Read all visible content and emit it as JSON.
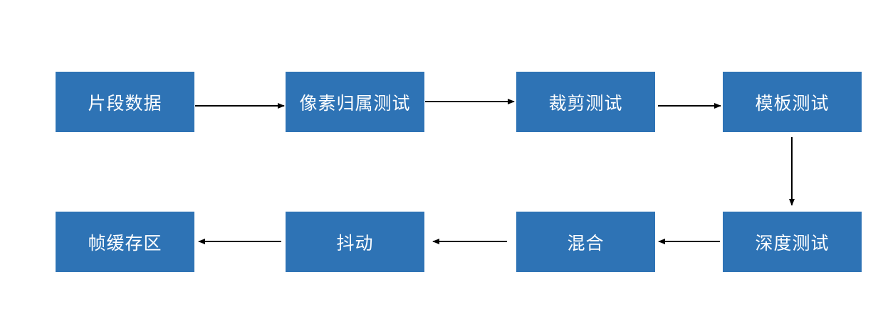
{
  "diagram": {
    "nodes": [
      {
        "id": "n1",
        "label": "片段数据"
      },
      {
        "id": "n2",
        "label": "像素归属测试"
      },
      {
        "id": "n3",
        "label": "裁剪测试"
      },
      {
        "id": "n4",
        "label": "模板测试"
      },
      {
        "id": "n5",
        "label": "深度测试"
      },
      {
        "id": "n6",
        "label": "混合"
      },
      {
        "id": "n7",
        "label": "抖动"
      },
      {
        "id": "n8",
        "label": "帧缓存区"
      }
    ],
    "edges": [
      {
        "from": "n1",
        "to": "n2"
      },
      {
        "from": "n2",
        "to": "n3"
      },
      {
        "from": "n3",
        "to": "n4"
      },
      {
        "from": "n4",
        "to": "n5"
      },
      {
        "from": "n5",
        "to": "n6"
      },
      {
        "from": "n6",
        "to": "n7"
      },
      {
        "from": "n7",
        "to": "n8"
      }
    ],
    "colors": {
      "node_fill": "#2e73b5",
      "node_text": "#ffffff",
      "arrow": "#000000"
    }
  }
}
